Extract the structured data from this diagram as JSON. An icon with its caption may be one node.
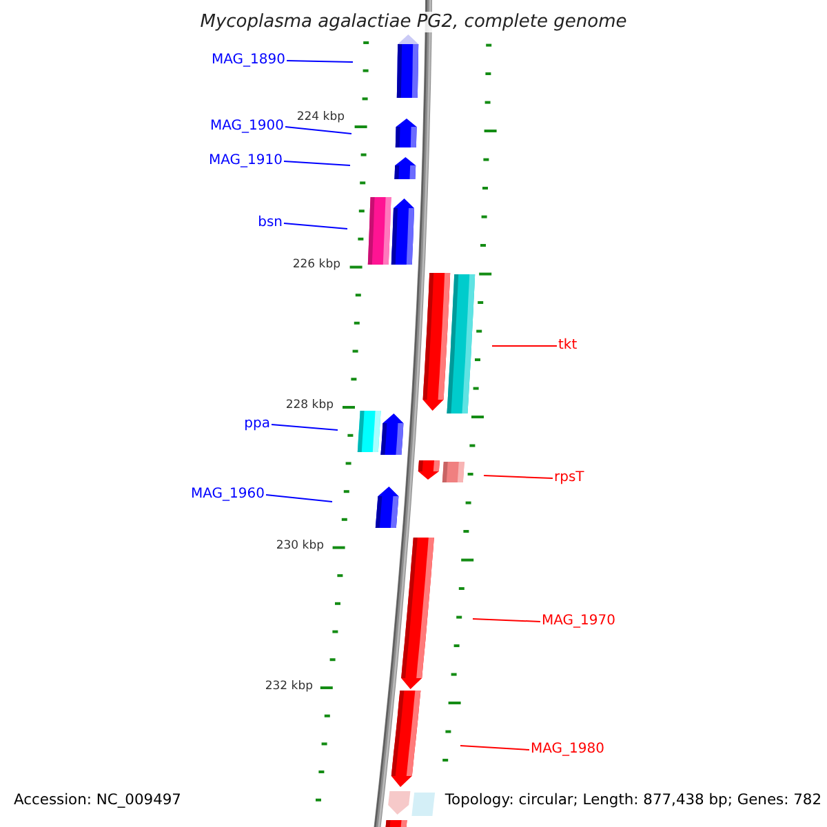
{
  "diagram": {
    "title": "Mycoplasma agalactiae PG2, complete genome",
    "nodes": [
      {
        "text": [
          "MAG_1890"
        ]
      },
      {
        "text": [
          "MAG_1900"
        ]
      },
      {
        "text": [
          "MAG_1910"
        ]
      },
      {
        "text": [
          "bsn"
        ]
      },
      {
        "text": [
          "tkt"
        ]
      },
      {
        "text": [
          "ppa"
        ]
      },
      {
        "text": [
          "rpsT"
        ]
      },
      {
        "text": [
          "MAG_1960"
        ]
      },
      {
        "text": [
          "MAG_1970"
        ]
      },
      {
        "text": [
          "MAG_1980"
        ]
      }
    ],
    "edges": [
      {
        "from": 0,
        "to": null,
        "arrow": "none"
      },
      {
        "from": 1,
        "to": null,
        "arrow": "none"
      },
      {
        "from": 2,
        "to": null,
        "arrow": "none"
      },
      {
        "from": 3,
        "to": null,
        "arrow": "none"
      },
      {
        "from": 4,
        "to": null,
        "arrow": "none",
        "color": "#ff0000"
      },
      {
        "from": 5,
        "to": null,
        "arrow": "none"
      },
      {
        "from": 6,
        "to": null,
        "arrow": "none",
        "color": "#ff0000"
      },
      {
        "from": 7,
        "to": null,
        "arrow": "none"
      },
      {
        "from": 8,
        "to": null,
        "arrow": "none",
        "color": "#ff0000"
      },
      {
        "from": 9,
        "to": null,
        "arrow": "none",
        "color": "#ff0000"
      }
    ],
    "labels": [
      "224 kbp",
      "226 kbp",
      "228 kbp",
      "230 kbp",
      "232 kbp",
      "Accession: NC_009497",
      "Topology: circular; Length: 877,438 bp; Genes: 782"
    ]
  }
}
